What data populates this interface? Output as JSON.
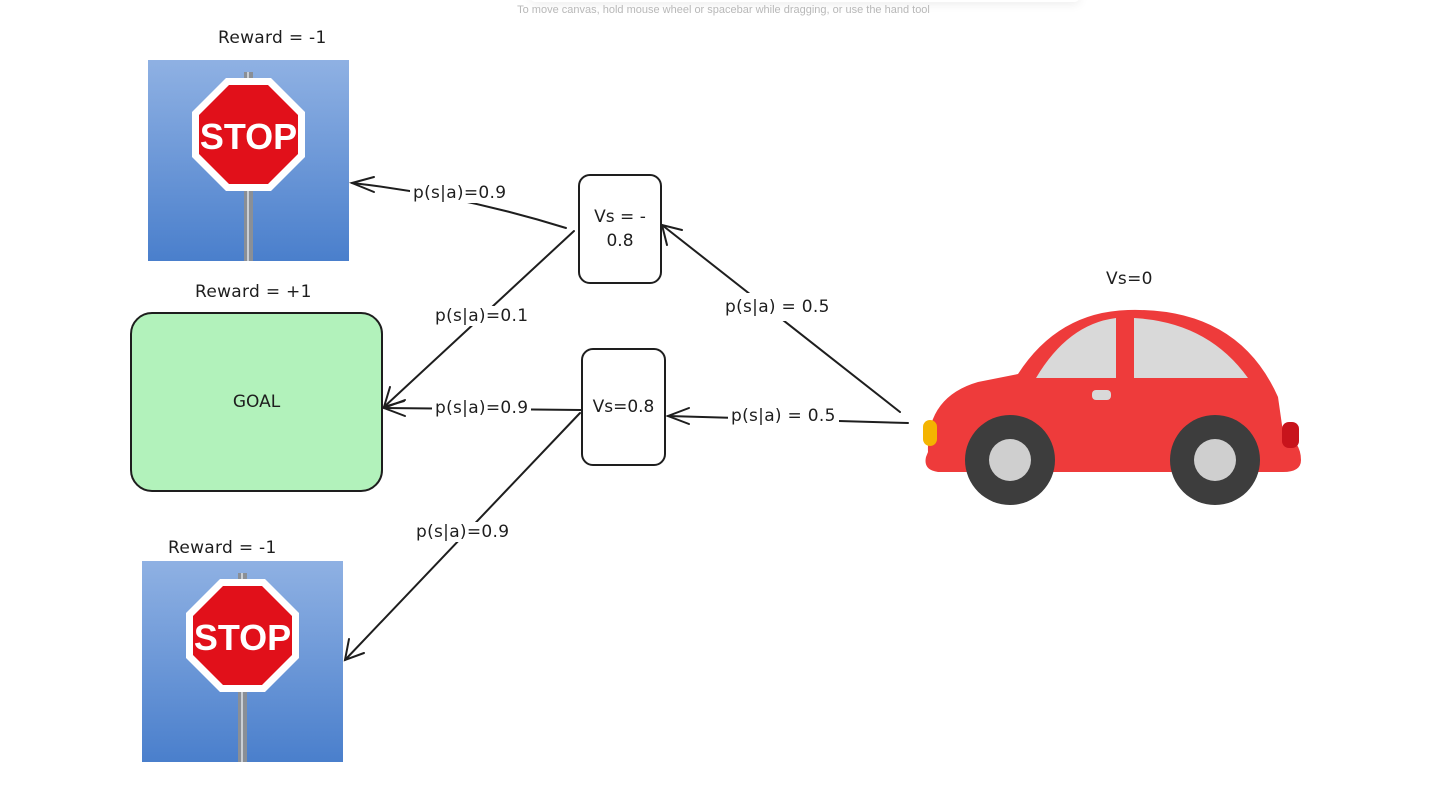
{
  "canvas_hint": "To move canvas, hold mouse wheel or spacebar while dragging, or use the hand tool",
  "rewards": {
    "top": "Reward = -1",
    "goal": "Reward = +1",
    "bottom": "Reward = -1"
  },
  "goal_label": "GOAL",
  "stop_sign_text": "STOP",
  "states": {
    "upper_line1": "Vs = -",
    "upper_line2": "0.8",
    "lower": "Vs=0.8",
    "car": "Vs=0"
  },
  "edges": {
    "upper_to_top_stop": "p(s|a)=0.9",
    "upper_to_goal": "p(s|a)=0.1",
    "lower_to_goal": "p(s|a)=0.9",
    "lower_to_bottom_stop": "p(s|a)=0.9",
    "car_to_upper": "p(s|a) = 0.5",
    "car_to_lower": "p(s|a) = 0.5"
  },
  "colors": {
    "stroke": "#1e1e1e",
    "goal_fill": "#b2f2bb",
    "stop_red": "#e1101a",
    "sky_top": "#8fb1e3",
    "sky_bottom": "#4a7fcc",
    "car_body": "#ee3b3b",
    "car_window": "#d9d9d9",
    "wheel": "#3d3d3d"
  }
}
